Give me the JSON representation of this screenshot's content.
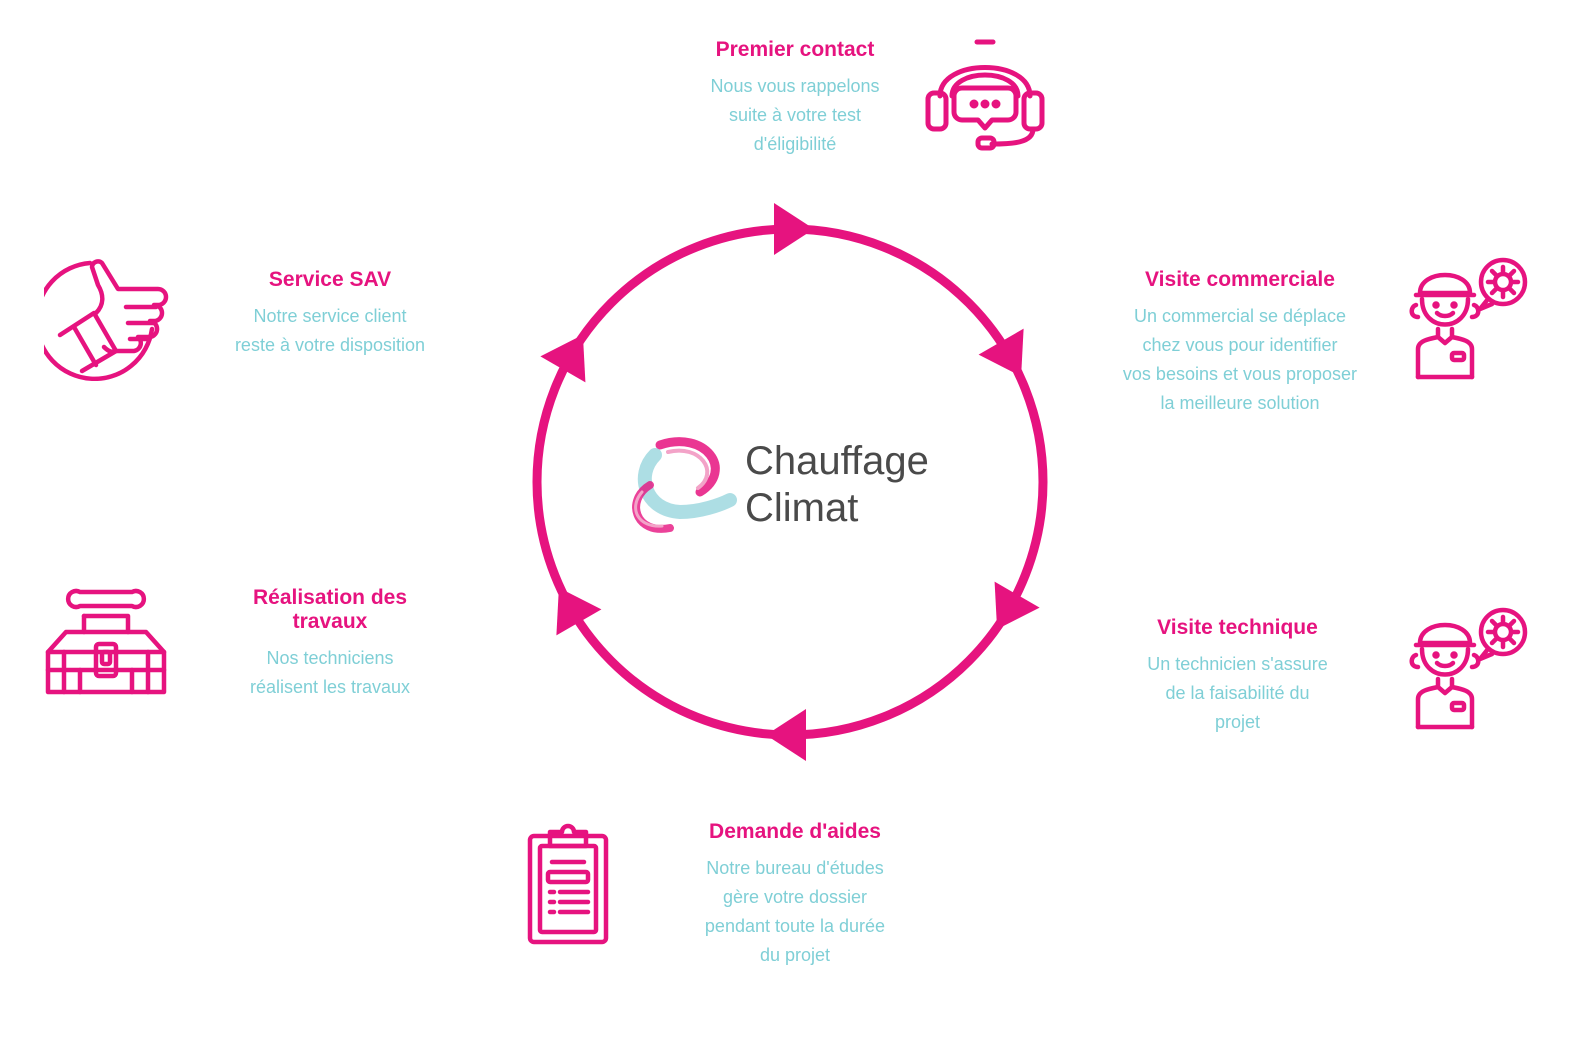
{
  "logo": {
    "line1": "Chauffage",
    "line2": "Climat"
  },
  "colors": {
    "accent": "#e6137f",
    "description": "#7fcfd6",
    "logo_text": "#4a4a4a"
  },
  "steps": [
    {
      "title": "Premier contact",
      "description": [
        "Nous vous rappelons",
        "suite à votre test",
        "d'éligibilité"
      ],
      "icon": "headset-chat-icon"
    },
    {
      "title": "Visite commerciale",
      "description": [
        "Un commercial se déplace",
        "chez vous pour identifier",
        "vos besoins et vous proposer",
        "la meilleure solution"
      ],
      "icon": "technician-gear-icon"
    },
    {
      "title": "Visite technique",
      "description": [
        "Un technicien s'assure",
        "de la faisabilité du",
        "projet"
      ],
      "icon": "technician-gear-icon"
    },
    {
      "title": "Demande d'aides",
      "description": [
        "Notre bureau d'études",
        "gère votre dossier",
        "pendant toute la durée",
        "du projet"
      ],
      "icon": "clipboard-icon"
    },
    {
      "title": "Réalisation des travaux",
      "title_lines": [
        "Réalisation des",
        "travaux"
      ],
      "description": [
        "Nos techniciens",
        "réalisent les travaux"
      ],
      "icon": "toolbox-icon"
    },
    {
      "title": "Service SAV",
      "description": [
        "Notre service client",
        "reste à votre disposition"
      ],
      "icon": "thumbs-up-icon"
    }
  ]
}
